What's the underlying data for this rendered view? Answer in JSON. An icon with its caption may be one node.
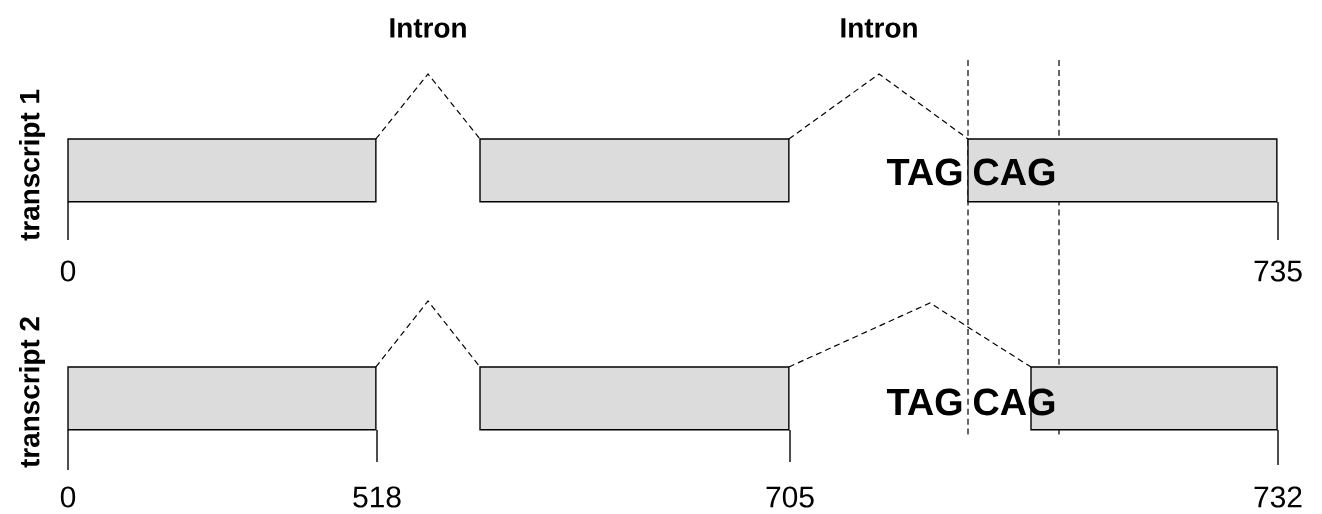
{
  "diagram": {
    "nodes": [
      {
        "text": [],
        "shape": "box"
      },
      {
        "text": [],
        "shape": "box"
      },
      {
        "text": [],
        "shape": "box"
      },
      {
        "text": [],
        "shape": "box"
      },
      {
        "text": [],
        "shape": "box"
      },
      {
        "text": [],
        "shape": "box"
      }
    ],
    "edges": [
      {
        "from": 0,
        "to": 1,
        "arrow": "none",
        "style": "dashed",
        "label": "Intron"
      },
      {
        "from": 1,
        "to": 2,
        "arrow": "none",
        "style": "dashed",
        "label": "Intron"
      },
      {
        "from": 3,
        "to": 4,
        "arrow": "none",
        "style": "dashed"
      },
      {
        "from": 4,
        "to": 5,
        "arrow": "none",
        "style": "dashed"
      }
    ],
    "labels": [
      "transcript 1",
      "0",
      "735",
      "TAG",
      "CAG",
      "transcript 2",
      "0",
      "518",
      "705",
      "732",
      "TAG",
      "CAG"
    ]
  }
}
